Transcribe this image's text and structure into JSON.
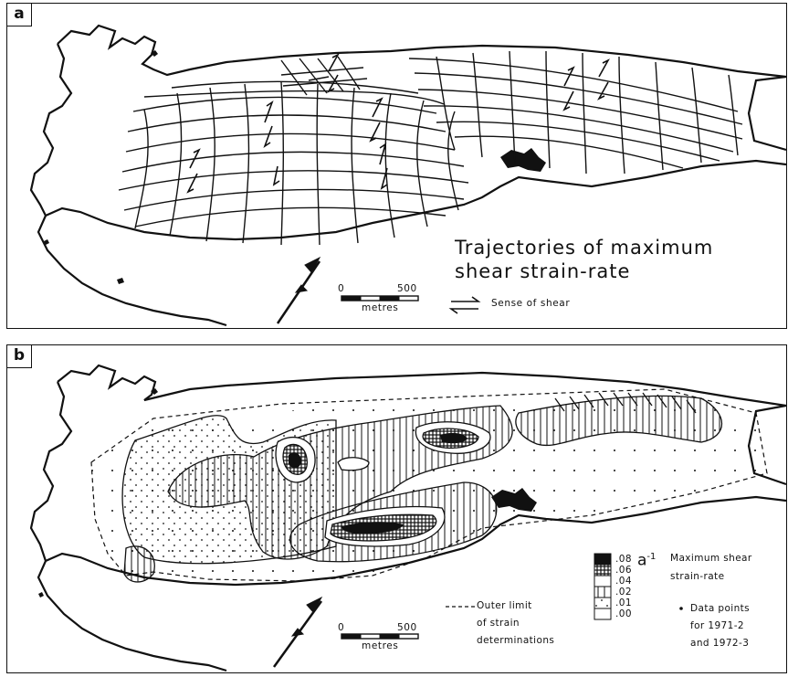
{
  "panel_a": {
    "letter": "a",
    "title_line1": "Trajectories of maximum",
    "title_line2": "shear strain-rate",
    "scale_zero": "0",
    "scale_max": "500",
    "scale_unit": "metres",
    "shear_label": "Sense of shear"
  },
  "panel_b": {
    "letter": "b",
    "scale_zero": "0",
    "scale_max": "500",
    "scale_unit": "metres",
    "outer_limit_line1": "Outer limit",
    "outer_limit_line2": "of strain",
    "outer_limit_line3": "determinations",
    "legend_unit": "a",
    "legend_unit_exp": "-1",
    "legend_title_line1": "Maximum shear",
    "legend_title_line2": "strain-rate",
    "legend_classes": [
      ".08",
      ".06",
      ".04",
      ".02",
      ".01",
      ".00"
    ],
    "data_points_line1": "Data points",
    "data_points_line2": "for 1971-2",
    "data_points_line3": "and 1972-3"
  }
}
